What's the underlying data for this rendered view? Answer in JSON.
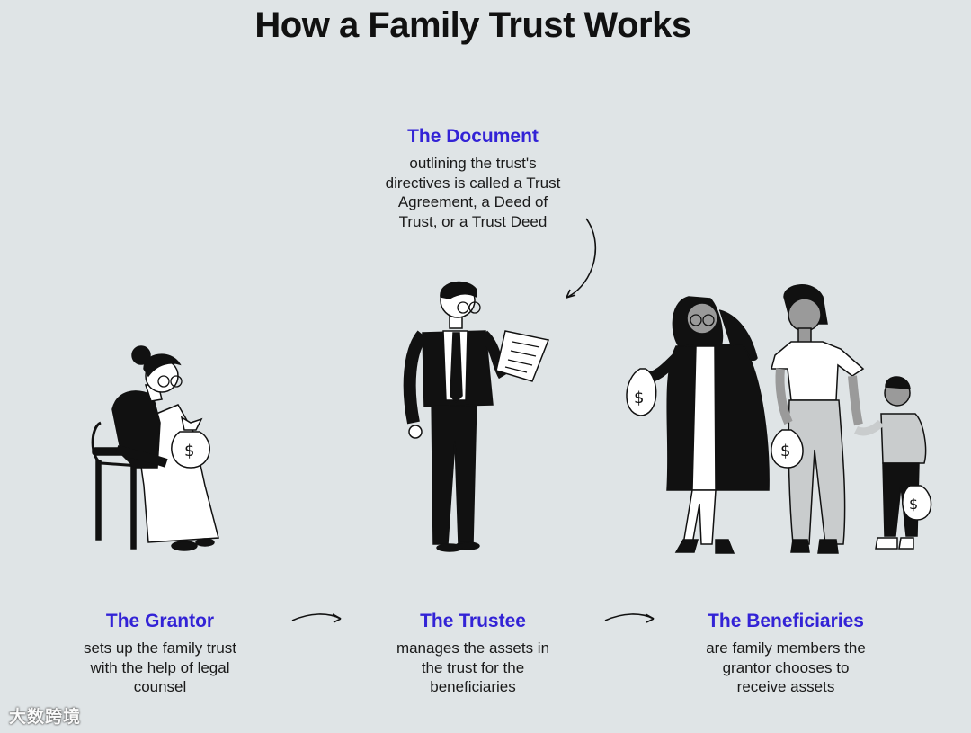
{
  "title": "How a Family Trust Works",
  "document": {
    "heading": "The Document",
    "lines": [
      "outlining the trust's",
      "directives is called a Trust",
      "Agreement, a Deed of",
      "Trust, or a Trust Deed"
    ]
  },
  "grantor": {
    "heading": "The Grantor",
    "lines": [
      "sets up the family trust",
      "with the help of legal",
      "counsel"
    ]
  },
  "trustee": {
    "heading": "The Trustee",
    "lines": [
      "manages the assets in",
      "the trust for the",
      "beneficiaries"
    ]
  },
  "beneficiaries": {
    "heading": "The Beneficiaries",
    "lines": [
      "are family members the",
      "grantor chooses to",
      "receive assets"
    ]
  },
  "watermark": "大数跨境",
  "colors": {
    "background": "#dfe4e6",
    "accent": "#3323d6",
    "ink": "#111111"
  }
}
